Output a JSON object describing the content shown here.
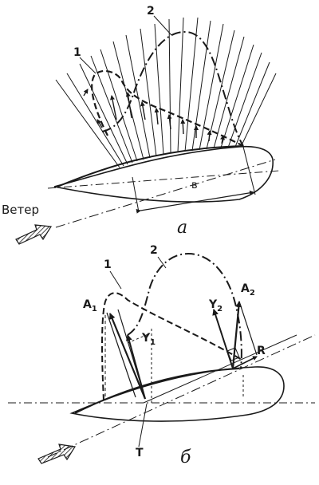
{
  "figure": {
    "wind_label": "Ветер",
    "panel_a": {
      "caption": "а",
      "curve_1_label": "1",
      "curve_2_label": "2",
      "chord_label": "в"
    },
    "panel_b": {
      "caption": "б",
      "curve_1_label": "1",
      "curve_2_label": "2",
      "a1_label": "A",
      "a1_sub": "1",
      "a2_label": "A",
      "a2_sub": "2",
      "y1_label": "Y",
      "y1_sub": "1",
      "y2_label": "Y",
      "y2_sub": "2",
      "r_label": "R",
      "t_label": "T"
    }
  },
  "colors": {
    "ink": "#1a1a1a",
    "paper": "#ffffff"
  }
}
